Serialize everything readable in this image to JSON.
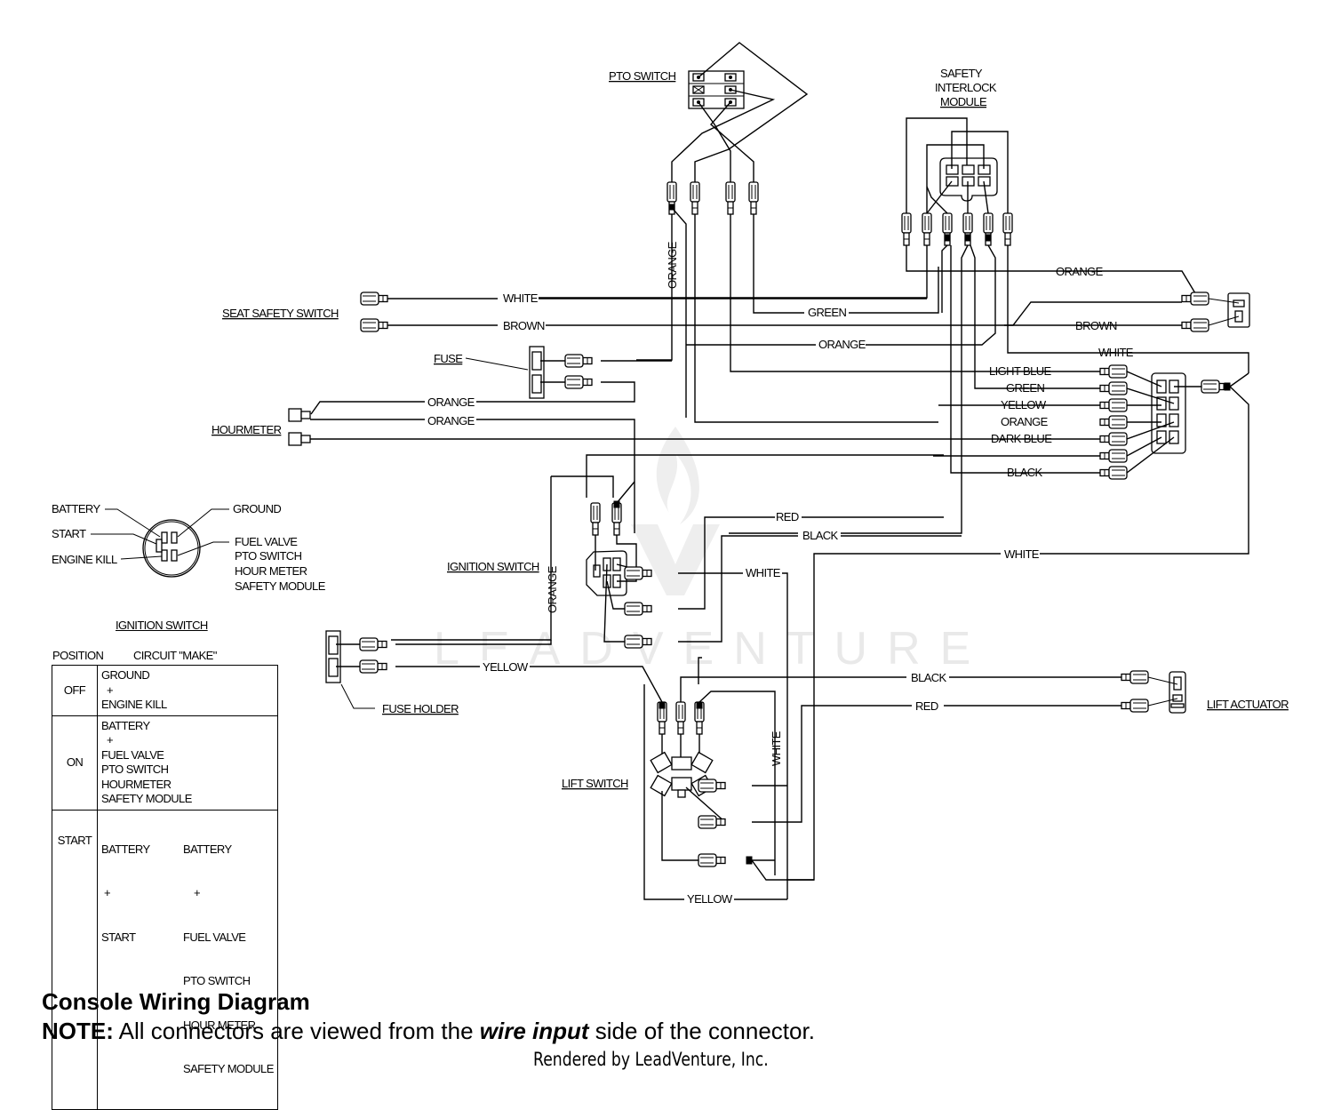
{
  "components": {
    "pto_switch": "PTO SWITCH",
    "safety_module_line1": "SAFETY",
    "safety_module_line2": "INTERLOCK",
    "safety_module_line3": "MODULE",
    "seat_safety_switch": "SEAT SAFETY SWITCH",
    "fuse": "FUSE",
    "hourmeter": "HOURMETER",
    "ignition_switch": "IGNITION SWITCH",
    "fuse_holder": "FUSE HOLDER",
    "lift_switch": "LIFT SWITCH",
    "lift_actuator": "LIFT ACTUATOR"
  },
  "wire_labels": {
    "orange_vertical_pto": "ORANGE",
    "white_seat": "WHITE",
    "brown_seat": "BROWN",
    "green_mid": "GREEN",
    "orange_mid": "ORANGE",
    "orange_module_right": "ORANGE",
    "brown_right": "BROWN",
    "white_right": "WHITE",
    "light_blue": "LIGHT BLUE",
    "green_right": "GREEN",
    "yellow_right": "YELLOW",
    "orange_right": "ORANGE",
    "dark_blue": "DARK BLUE",
    "black_right": "BLACK",
    "orange_hour1": "ORANGE",
    "orange_hour2": "ORANGE",
    "red_ign": "RED",
    "black_ign": "BLACK",
    "white_ign": "WHITE",
    "white_long": "WHITE",
    "orange_vertical_ign": "ORANGE",
    "yellow_fuse": "YELLOW",
    "black_actuator": "BLACK",
    "red_actuator": "RED",
    "white_vertical_lift": "WHITE",
    "yellow_lift": "YELLOW"
  },
  "ignition_terminals": {
    "battery": "BATTERY",
    "start": "START",
    "engine_kill": "ENGINE KILL",
    "ground": "GROUND",
    "fuel_valve": "FUEL VALVE",
    "pto_switch": "PTO SWITCH",
    "hour_meter": "HOUR METER",
    "safety_module": "SAFETY MODULE"
  },
  "ignition_table": {
    "title": "IGNITION SWITCH",
    "header_position": "POSITION",
    "header_circuit": "CIRCUIT \"MAKE\"",
    "rows": [
      {
        "position": "OFF",
        "circuit": [
          "GROUND",
          "  +",
          "ENGINE KILL"
        ]
      },
      {
        "position": "ON",
        "circuit": [
          "BATTERY",
          "  +",
          "FUEL VALVE",
          "PTO SWITCH",
          "HOURMETER",
          "SAFETY MODULE"
        ]
      },
      {
        "position": "START",
        "circuit_left": [
          "BATTERY",
          " +",
          "START"
        ],
        "circuit_right": [
          "BATTERY",
          "    +",
          "FUEL VALVE",
          "PTO SWITCH",
          "HOUR METER",
          "SAFETY MODULE"
        ]
      }
    ]
  },
  "footer": {
    "title": "Console Wiring Diagram",
    "note_prefix": "NOTE:",
    "note_text1": " All connectors are viewed from the ",
    "note_emph": "wire input",
    "note_text2": " side of the connector.",
    "rendered_by": "Rendered by LeadVenture, Inc."
  },
  "watermark": "LEADVENTURE"
}
